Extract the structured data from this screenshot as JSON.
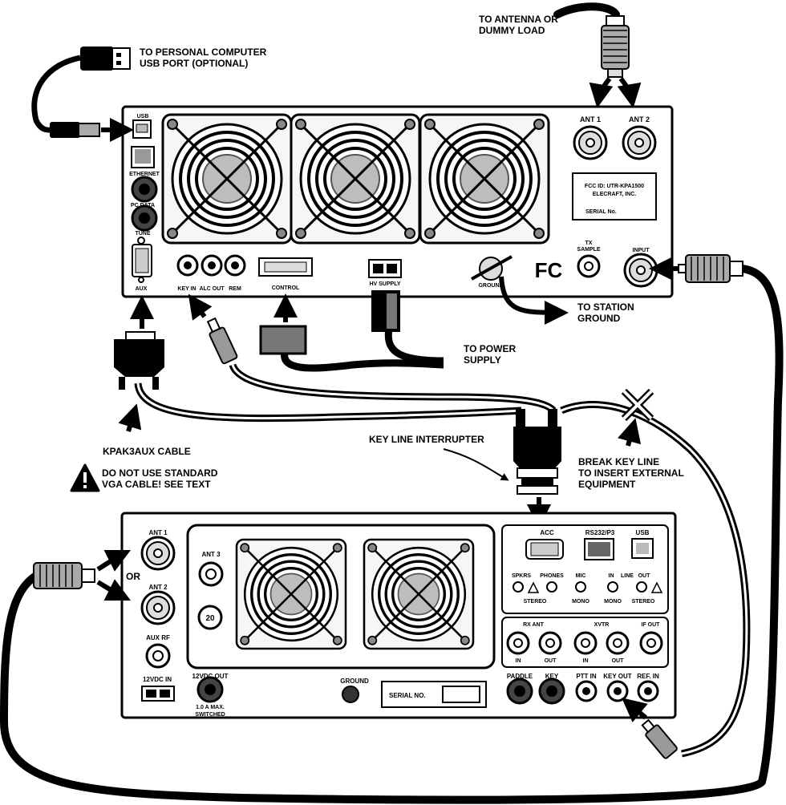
{
  "callouts": {
    "antenna": [
      "TO ANTENNA OR",
      "DUMMY LOAD"
    ],
    "pc": [
      "TO PERSONAL COMPUTER",
      "USB PORT (OPTIONAL)"
    ],
    "station_ground": [
      "TO STATION",
      "GROUND"
    ],
    "power_supply": [
      "TO POWER",
      "SUPPLY"
    ],
    "kpak3aux": "KPAK3AUX CABLE",
    "vga_warning": [
      "DO NOT USE STANDARD",
      "VGA CABLE! SEE TEXT"
    ],
    "key_line_interrupter": "KEY LINE INTERRUPTER",
    "break_key_line": [
      "BREAK KEY LINE",
      "TO INSERT EXTERNAL",
      "EQUIPMENT"
    ],
    "or": "OR"
  },
  "amplifier": {
    "usb": "USB",
    "ethernet": "ETHERNET",
    "pc_data": "PC DATA",
    "tune": "TUNE",
    "aux": "AUX",
    "key_in": "KEY IN",
    "alc_out": "ALC OUT",
    "rem": "REM",
    "control": "CONTROL",
    "hv_supply": "HV SUPPLY",
    "ground": "GROUND",
    "fcc_mark": "FC",
    "tx_sample": [
      "TX",
      "SAMPLE"
    ],
    "input": "INPUT",
    "ant1": "ANT 1",
    "ant2": "ANT 2",
    "fcc_label": [
      "FCC ID: UTR-KPA1500",
      "ELECRAFT, INC.",
      "SERIAL No."
    ]
  },
  "transceiver": {
    "ant1": "ANT 1",
    "ant2": "ANT 2",
    "aux_rf": "AUX RF",
    "dc_in": "12VDC IN",
    "ant3": "ANT 3",
    "ant3_adapter": "20",
    "dc_out": [
      "12VDC OUT",
      "1.0 A MAX.",
      "SWITCHED"
    ],
    "ground": "GROUND",
    "serial": "SERIAL NO.",
    "acc": "ACC",
    "rs232": "RS232/P3",
    "usb": "USB",
    "spkrs": "SPKRS",
    "phones": "PHONES",
    "stereo": "STEREO",
    "mic": "MIC",
    "mono": "MONO",
    "line_in": "IN",
    "line": "LINE",
    "line_out": "OUT",
    "line_mono": "MONO",
    "line_stereo": "STEREO",
    "rx_ant": "RX ANT",
    "rx_in": "IN",
    "rx_out": "OUT",
    "xvtr": "XVTR",
    "xvtr_in": "IN",
    "xvtr_out": "OUT",
    "if_out": "IF OUT",
    "paddle": "PADDLE",
    "key": "KEY",
    "ptt_in": "PTT IN",
    "key_out": "KEY OUT",
    "ref_in": "REF. IN"
  }
}
